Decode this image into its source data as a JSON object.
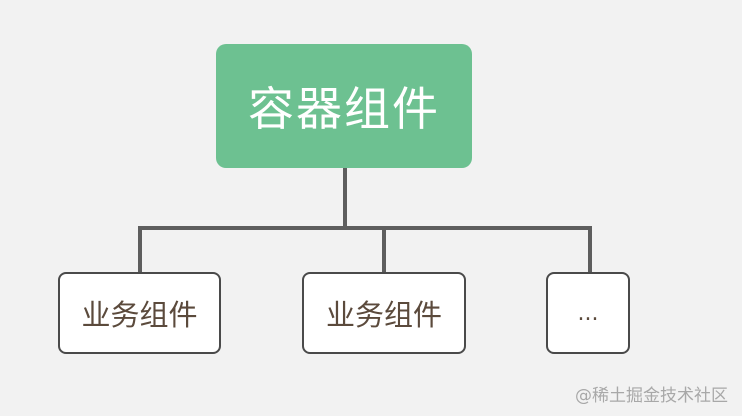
{
  "diagram": {
    "root": {
      "label": "容器组件"
    },
    "children": [
      {
        "label": "业务组件"
      },
      {
        "label": "业务组件"
      },
      {
        "label": "..."
      }
    ]
  },
  "watermark": "@稀土掘金技术社区",
  "colors": {
    "background": "#f2f2f2",
    "root_fill": "#6dc191",
    "root_text": "#ffffff",
    "child_fill": "#ffffff",
    "child_border": "#4a4a4a",
    "child_text": "#5b4a3c",
    "connector": "#5e5e5e",
    "watermark": "#a8a8a8"
  }
}
